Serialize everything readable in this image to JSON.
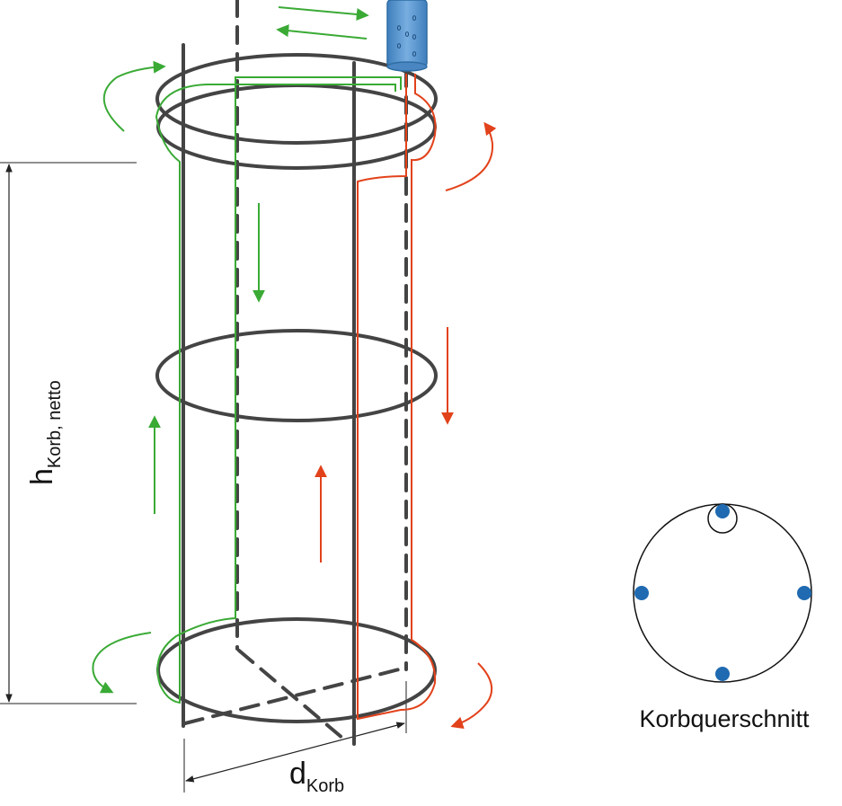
{
  "labels": {
    "height_main": "h",
    "height_sub": "Korb, netto",
    "diameter_main": "d",
    "diameter_sub": "Korb",
    "cross_section_title": "Korbquerschnitt"
  },
  "colors": {
    "cage": "#444444",
    "dimension": "#222222",
    "green_flow": "#3aaa35",
    "red_flow": "#e2421b",
    "pipe": "#5b93c7",
    "pipe_dark": "#2e6da4",
    "rebar_dot": "#1f6ab0"
  },
  "cross_section": {
    "bar_positions": [
      "top",
      "right",
      "bottom",
      "left"
    ],
    "tremie_position": "top"
  }
}
